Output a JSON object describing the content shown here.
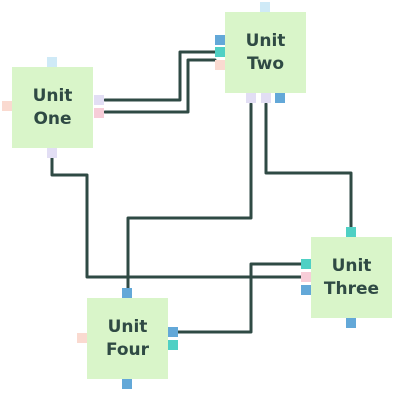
{
  "units": [
    {
      "id": "one",
      "label": "Unit\nOne"
    },
    {
      "id": "two",
      "label": "Unit\nTwo"
    },
    {
      "id": "three",
      "label": "Unit\nThree"
    },
    {
      "id": "four",
      "label": "Unit\nFour"
    }
  ],
  "colors": {
    "node_fill": "#d9f5c9",
    "node_text": "#2f4a44",
    "wire": "#2f4a44",
    "port_blue": "#63a8d8",
    "port_teal": "#4fd0c4",
    "port_peach": "#fadad0",
    "port_pink": "#f7cdd8",
    "port_lightblue": "#cfeaf7",
    "port_lavender": "#e2def4"
  }
}
